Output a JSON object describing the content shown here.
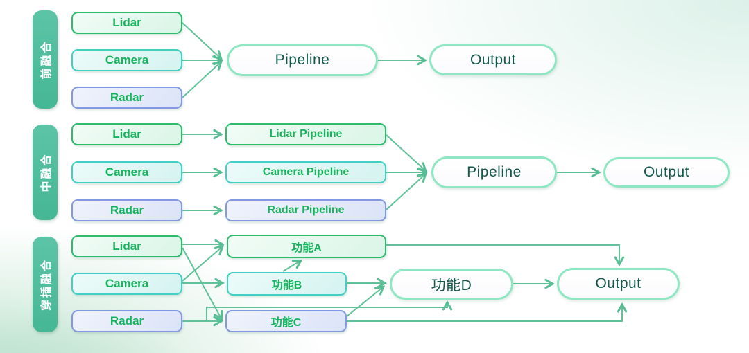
{
  "diagram": {
    "sections": [
      {
        "label": "前融合",
        "sensors": [
          {
            "label": "Lidar"
          },
          {
            "label": "Camera"
          },
          {
            "label": "Radar"
          }
        ],
        "pipeline": {
          "label": "Pipeline"
        },
        "output": {
          "label": "Output"
        }
      },
      {
        "label": "中融合",
        "sensors": [
          {
            "label": "Lidar"
          },
          {
            "label": "Camera"
          },
          {
            "label": "Radar"
          }
        ],
        "pipelines": [
          {
            "label": "Lidar Pipeline"
          },
          {
            "label": "Camera Pipeline"
          },
          {
            "label": "Radar Pipeline"
          }
        ],
        "pipeline": {
          "label": "Pipeline"
        },
        "output": {
          "label": "Output"
        }
      },
      {
        "label": "穿插融合",
        "sensors": [
          {
            "label": "Lidar"
          },
          {
            "label": "Camera"
          },
          {
            "label": "Radar"
          }
        ],
        "functions": [
          {
            "label": "功能A"
          },
          {
            "label": "功能B"
          },
          {
            "label": "功能C"
          }
        ],
        "function_d": {
          "label": "功能D"
        },
        "output": {
          "label": "Output"
        }
      }
    ],
    "colors": {
      "lidar_border": "#2cbc6c",
      "camera_border": "#41cfc6",
      "radar_border": "#8398e2",
      "box_text": "#16b35c",
      "pill_border": "#8ee7c2",
      "pill_text": "#13584a",
      "section_bar": "#4dbd9e",
      "arrow": "#5fc096"
    }
  }
}
